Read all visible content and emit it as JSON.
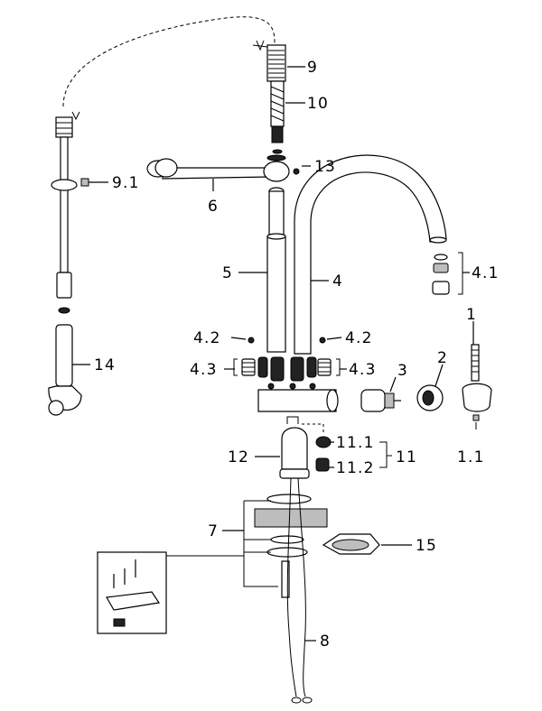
{
  "diagram": {
    "background_color": "#ffffff",
    "ink_color": "#000000",
    "labels": {
      "p1": "1",
      "p1_1": "1.1",
      "p2": "2",
      "p3": "3",
      "p4": "4",
      "p4_1": "4.1",
      "p4_2_left": "4.2",
      "p4_2_right": "4.2",
      "p4_3_left": "4.3",
      "p4_3_right": "4.3",
      "p5": "5",
      "p6": "6",
      "p7": "7",
      "p8": "8",
      "p9": "9",
      "p9_1": "9.1",
      "p10": "10",
      "p11": "11",
      "p11_1": "11.1",
      "p11_2": "11.2",
      "p12": "12",
      "p13": "13",
      "p14": "14",
      "p15": "15"
    }
  }
}
